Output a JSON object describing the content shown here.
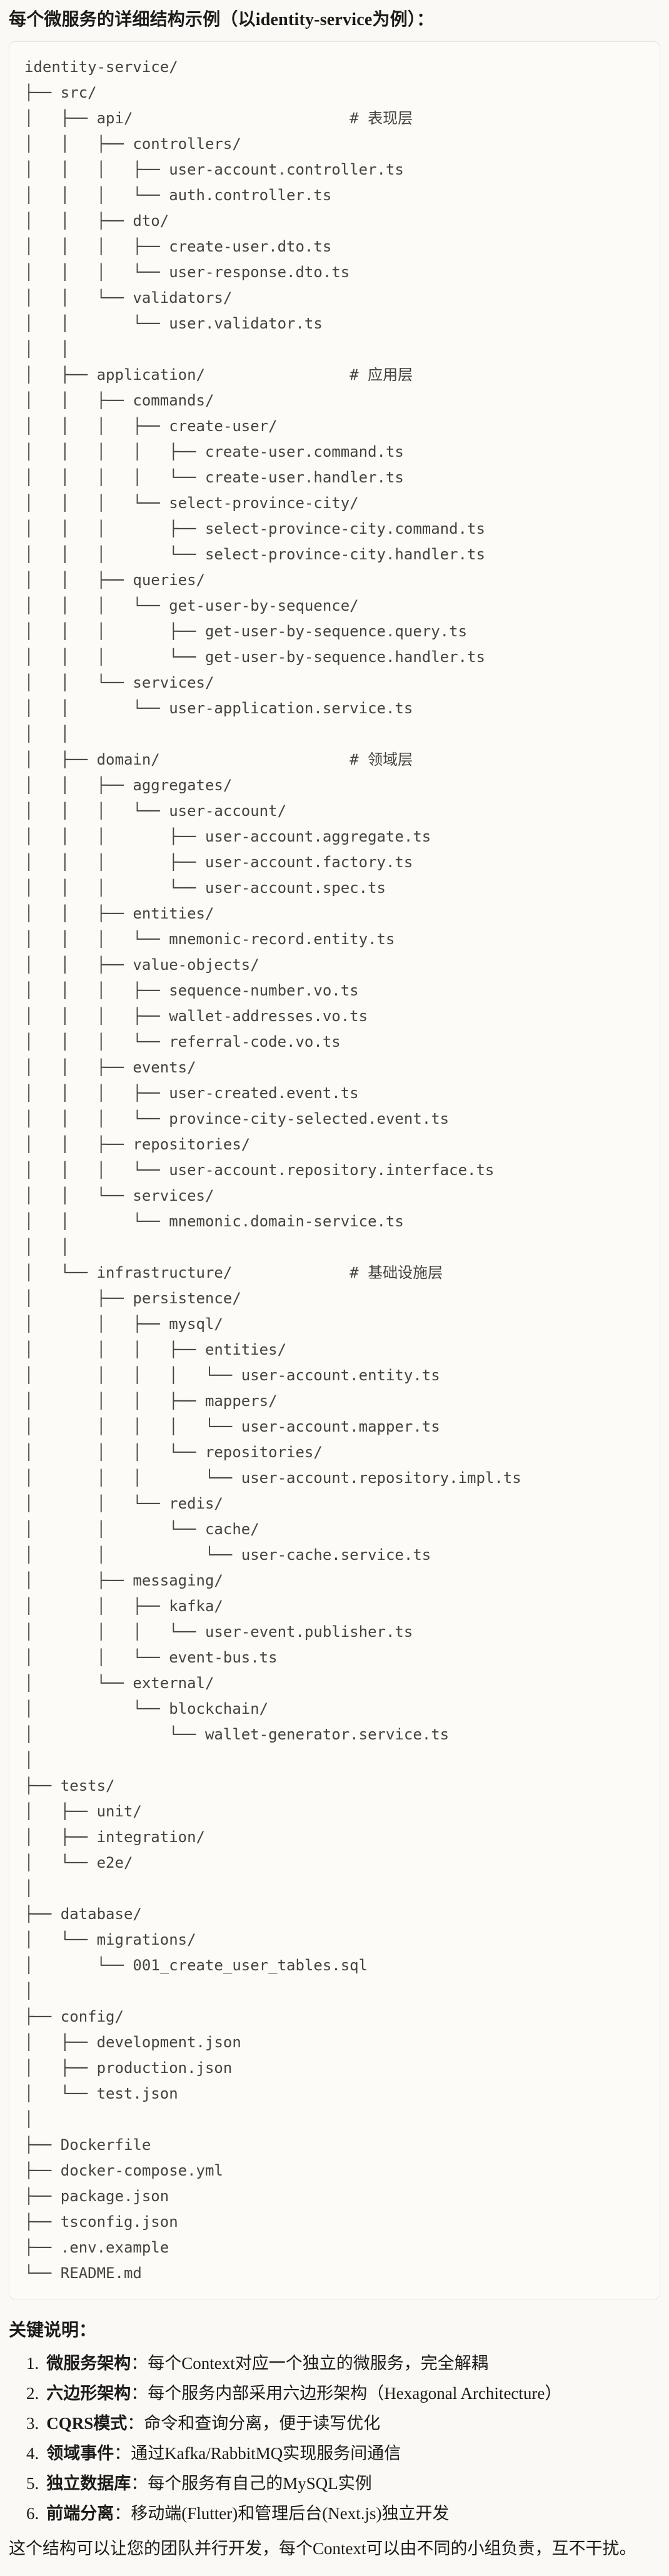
{
  "header": {
    "title": "每个微服务的详细结构示例（以identity-service为例）："
  },
  "code_block": {
    "lines": [
      "identity-service/",
      "├── src/",
      "│   ├── api/                        # 表现层",
      "│   │   ├── controllers/",
      "│   │   │   ├── user-account.controller.ts",
      "│   │   │   └── auth.controller.ts",
      "│   │   ├── dto/",
      "│   │   │   ├── create-user.dto.ts",
      "│   │   │   └── user-response.dto.ts",
      "│   │   └── validators/",
      "│   │       └── user.validator.ts",
      "│   │",
      "│   ├── application/                # 应用层",
      "│   │   ├── commands/",
      "│   │   │   ├── create-user/",
      "│   │   │   │   ├── create-user.command.ts",
      "│   │   │   │   └── create-user.handler.ts",
      "│   │   │   └── select-province-city/",
      "│   │   │       ├── select-province-city.command.ts",
      "│   │   │       └── select-province-city.handler.ts",
      "│   │   ├── queries/",
      "│   │   │   └── get-user-by-sequence/",
      "│   │   │       ├── get-user-by-sequence.query.ts",
      "│   │   │       └── get-user-by-sequence.handler.ts",
      "│   │   └── services/",
      "│   │       └── user-application.service.ts",
      "│   │",
      "│   ├── domain/                     # 领域层",
      "│   │   ├── aggregates/",
      "│   │   │   └── user-account/",
      "│   │   │       ├── user-account.aggregate.ts",
      "│   │   │       ├── user-account.factory.ts",
      "│   │   │       └── user-account.spec.ts",
      "│   │   ├── entities/",
      "│   │   │   └── mnemonic-record.entity.ts",
      "│   │   ├── value-objects/",
      "│   │   │   ├── sequence-number.vo.ts",
      "│   │   │   ├── wallet-addresses.vo.ts",
      "│   │   │   └── referral-code.vo.ts",
      "│   │   ├── events/",
      "│   │   │   ├── user-created.event.ts",
      "│   │   │   └── province-city-selected.event.ts",
      "│   │   ├── repositories/",
      "│   │   │   └── user-account.repository.interface.ts",
      "│   │   └── services/",
      "│   │       └── mnemonic.domain-service.ts",
      "│   │",
      "│   └── infrastructure/             # 基础设施层",
      "│       ├── persistence/",
      "│       │   ├── mysql/",
      "│       │   │   ├── entities/",
      "│       │   │   │   └── user-account.entity.ts",
      "│       │   │   ├── mappers/",
      "│       │   │   │   └── user-account.mapper.ts",
      "│       │   │   └── repositories/",
      "│       │   │       └── user-account.repository.impl.ts",
      "│       │   └── redis/",
      "│       │       └── cache/",
      "│       │           └── user-cache.service.ts",
      "│       ├── messaging/",
      "│       │   ├── kafka/",
      "│       │   │   └── user-event.publisher.ts",
      "│       │   └── event-bus.ts",
      "│       └── external/",
      "│           └── blockchain/",
      "│               └── wallet-generator.service.ts",
      "│",
      "├── tests/",
      "│   ├── unit/",
      "│   ├── integration/",
      "│   └── e2e/",
      "│",
      "├── database/",
      "│   └── migrations/",
      "│       └── 001_create_user_tables.sql",
      "│",
      "├── config/",
      "│   ├── development.json",
      "│   ├── production.json",
      "│   └── test.json",
      "│",
      "├── Dockerfile",
      "├── docker-compose.yml",
      "├── package.json",
      "├── tsconfig.json",
      "├── .env.example",
      "└── README.md"
    ]
  },
  "notes": {
    "heading": "关键说明：",
    "items": [
      {
        "num": "1.",
        "label": "微服务架构",
        "rest": "：每个Context对应一个独立的微服务，完全解耦"
      },
      {
        "num": "2.",
        "label": "六边形架构",
        "rest": "：每个服务内部采用六边形架构（Hexagonal Architecture）"
      },
      {
        "num": "3.",
        "label": "CQRS模式",
        "rest": "：命令和查询分离，便于读写优化"
      },
      {
        "num": "4.",
        "label": "领域事件",
        "rest": "：通过Kafka/RabbitMQ实现服务间通信"
      },
      {
        "num": "5.",
        "label": "独立数据库",
        "rest": "：每个服务有自己的MySQL实例"
      },
      {
        "num": "6.",
        "label": "前端分离",
        "rest": "：移动端(Flutter)和管理后台(Next.js)独立开发"
      }
    ],
    "closing": "这个结构可以让您的团队并行开发，每个Context可以由不同的小组负责，互不干扰。"
  }
}
